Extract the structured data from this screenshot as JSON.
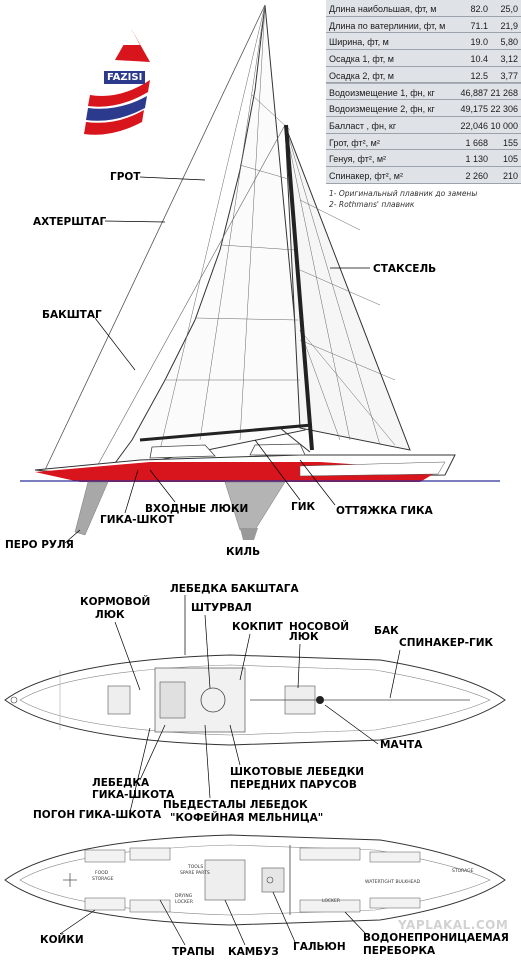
{
  "logo": {
    "text": "FAZISI"
  },
  "specs": [
    {
      "name": "Длина наибольшая, фт, м",
      "v1": "82.0",
      "v2": "25,0"
    },
    {
      "name": "Длина по ватерлинии, фт, м",
      "v1": "71.1",
      "v2": "21,9"
    },
    {
      "name": "Ширина, фт, м",
      "v1": "19.0",
      "v2": "5,80"
    },
    {
      "name": "Осадка 1, фт, м",
      "v1": "10.4",
      "v2": "3,12"
    },
    {
      "name": "Осадка 2, фт, м",
      "v1": "12.5",
      "v2": "3,77"
    },
    {
      "name": "Водоизмещение 1, фн, кг",
      "v1": "46,887",
      "v2": "21 268"
    },
    {
      "name": "Водоизмещение 2, фн, кг",
      "v1": "49,175",
      "v2": "22 306"
    },
    {
      "name": "Балласт , фн, кг",
      "v1": "22,046",
      "v2": "10 000"
    },
    {
      "name": "Грот, фт², м²",
      "v1": "1 668",
      "v2": "155"
    },
    {
      "name": "Генуя, фт², м²",
      "v1": "1 130",
      "v2": "105"
    },
    {
      "name": "Спинакер, фт², м²",
      "v1": "2 260",
      "v2": "210"
    }
  ],
  "notes": [
    "1- Оригинальный плавник до замены",
    "2- Rothmans' плавник"
  ],
  "labels": {
    "grot": "ГРОТ",
    "akhtershtag": "АХТЕРШТАГ",
    "staksel": "СТАКСЕЛЬ",
    "bakshtag": "БАКШТАГ",
    "vkhodnye_lyuki": "ВХОДНЫЕ ЛЮКИ",
    "gik": "ГИК",
    "gika_shkot": "ГИКА-ШКОТ",
    "ottyazhka_gika": "ОТТЯЖКА ГИКА",
    "pero_rulya": "ПЕРО РУЛЯ",
    "kil": "КИЛЬ",
    "lebedka_bakshtaga": "ЛЕБЕДКА БАКШТАГА",
    "kormovoy_lyuk_1": "КОРМОВОЙ",
    "kormovoy_lyuk_2": "ЛЮК",
    "shturval": "ШТУРВАЛ",
    "kokpit": "КОКПИТ",
    "nosovoy_lyuk_1": "НОСОВОЙ",
    "nosovoy_lyuk_2": "ЛЮК",
    "bak": "БАК",
    "spinaker_gik": "СПИНАКЕР-ГИК",
    "machta": "МАЧТА",
    "lebedka_gika_shkota_1": "ЛЕБЕДКА",
    "lebedka_gika_shkota_2": "ГИКА-ШКОТА",
    "shkotovye_1": "ШКОТОВЫЕ ЛЕБЕДКИ",
    "shkotovye_2": "ПЕРЕДНИХ ПАРУСОВ",
    "pogon": "ПОГОН ГИКА-ШКОТА",
    "pedestaly_1": "ПЬЕДЕСТАЛЫ ЛЕБЕДОК",
    "pedestaly_2": "\"КОФЕЙНАЯ МЕЛЬНИЦА\"",
    "koyki": "КОЙКИ",
    "trapy": "ТРАПЫ",
    "kambuz": "КАМБУЗ",
    "galyun": "ГАЛЬЮН",
    "vodonepr_1": "ВОДОНЕПРОНИЦАЕМАЯ",
    "vodonepr_2": "ПЕРЕБОРКА"
  },
  "interior": {
    "food_storage_1": "FOOD",
    "food_storage_2": "STORAGE",
    "tools": "TOOLS",
    "spare_parts": "SPARE PARTS",
    "drying_locker_1": "DRYING",
    "drying_locker_2": "LOCKER",
    "locker": "LOCKER",
    "storage": "STORAGE",
    "watertight_bulkhead": "WATERTIGHT BULKHEAD"
  },
  "watermark": "YAPLAKAL.COM",
  "colors": {
    "hull_red": "#d8141c",
    "waterline_blue": "#2d2d9c",
    "keel_gray": "#a8a8a8",
    "panel_bg": "#dfe3e8",
    "panel_border": "#a9b0b9"
  }
}
